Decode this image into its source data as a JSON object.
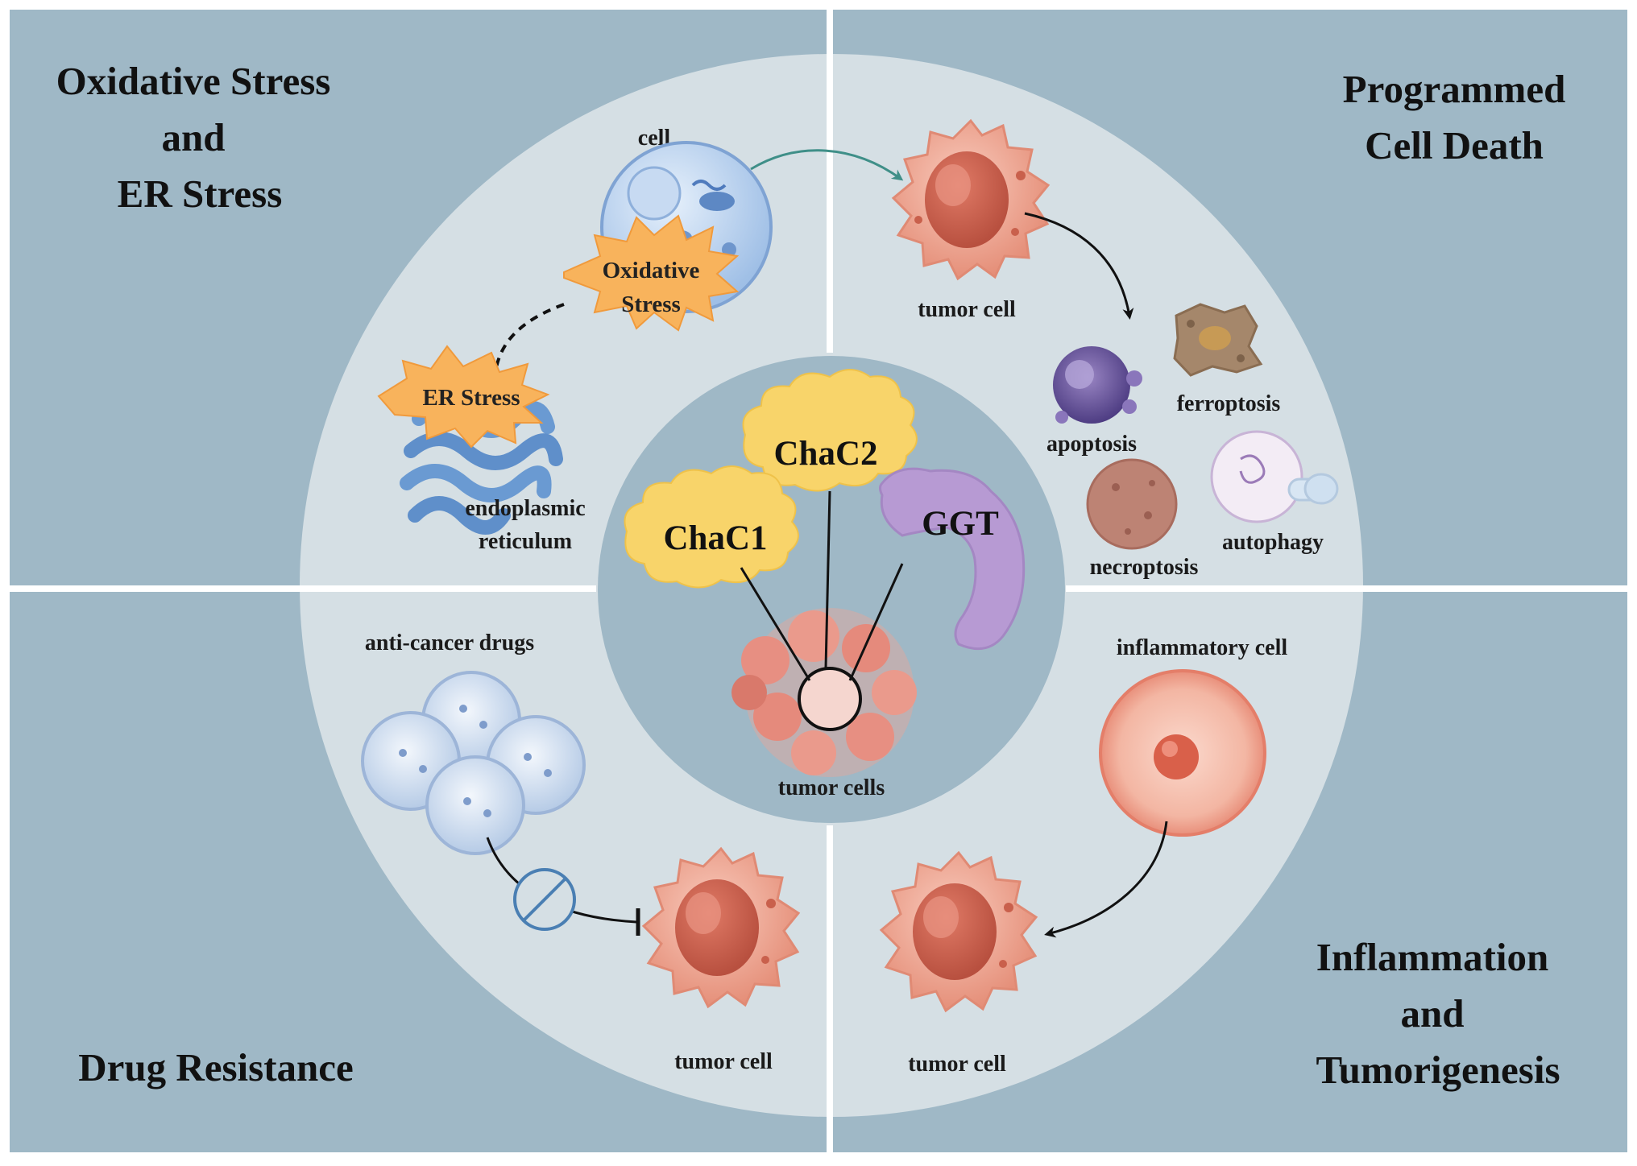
{
  "quadrants": {
    "top_left": {
      "title_lines": [
        "Oxidative Stress",
        "and",
        "ER Stress"
      ]
    },
    "top_right": {
      "title_lines": [
        "Programmed",
        "Cell Death"
      ]
    },
    "bottom_left": {
      "title_lines": [
        "Drug Resistance"
      ]
    },
    "bottom_right": {
      "title_lines": [
        "Inflammation",
        "and",
        "Tumorigenesis"
      ]
    }
  },
  "center": {
    "proteins": [
      "ChaC2",
      "ChaC1",
      "GGT"
    ],
    "tumor_cells_label": "tumor cells"
  },
  "oxidative": {
    "cell_label": "cell",
    "oxidative_burst": [
      "Oxidative",
      "Stress"
    ],
    "er_burst": "ER Stress",
    "er_label": [
      "endoplasmic",
      "reticulum"
    ]
  },
  "programmed": {
    "tumor_cell_label": "tumor cell",
    "apoptosis": "apoptosis",
    "ferroptosis": "ferroptosis",
    "necroptosis": "necroptosis",
    "autophagy": "autophagy"
  },
  "drug": {
    "drugs_label": "anti-cancer drugs",
    "tumor_cell_label": "tumor cell"
  },
  "inflammation": {
    "inflammatory_label": "inflammatory cell",
    "tumor_cell_label": "tumor cell"
  },
  "colors": {
    "background": "#9fb8c6",
    "ring": "#d5dfe4",
    "center": "#9fb8c6",
    "divider": "#ffffff",
    "tumor": "#f0a896",
    "protein_yellow": "#f8d46a",
    "ggt_purple": "#b79ad3"
  }
}
